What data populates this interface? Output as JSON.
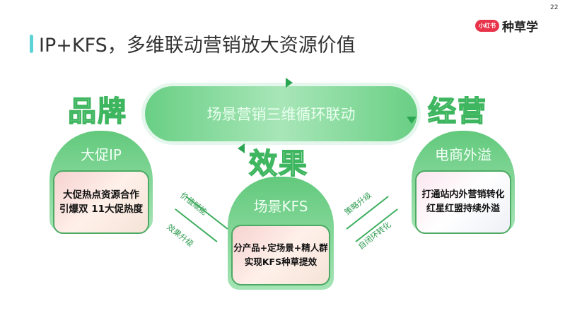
{
  "page_number": "22",
  "logo": {
    "badge": "小红书",
    "text": "种草学"
  },
  "title": "IP+KFS，多维联动营销放大资源价值",
  "banner": "场景营销三维循环联动",
  "labels": {
    "brand": "品牌",
    "effect": "效果",
    "operation": "经营"
  },
  "cards": [
    {
      "heading": "大促IP",
      "lines": [
        "大促热点资源合作",
        "引爆双 11大促热度"
      ]
    },
    {
      "heading": "场景KFS",
      "lines": [
        "分产品+定场景+精人群",
        "实现KFS种草提效"
      ]
    },
    {
      "heading": "电商外溢",
      "lines": [
        "打通站内外营销转化",
        "红星红盟持续外溢"
      ]
    }
  ],
  "arrows": {
    "left_top": "价值赋能",
    "left_bottom": "效果升级",
    "right_top": "策略升级",
    "right_bottom": "自闭环转化"
  },
  "colors": {
    "green": "#62c97c",
    "accent": "#5dd3d6",
    "brand_red": "#e8334a"
  }
}
